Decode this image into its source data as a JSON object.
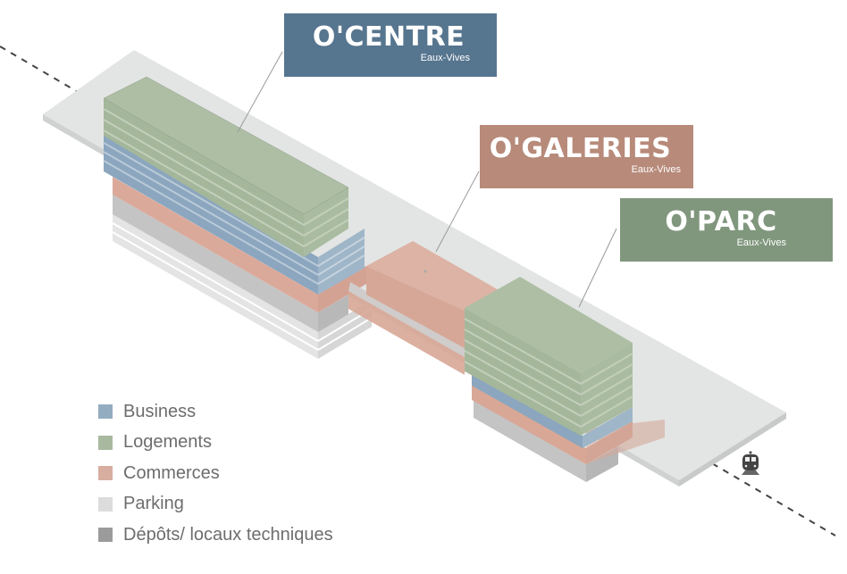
{
  "colors": {
    "business": "#93acc0",
    "logements": "#a9b99f",
    "commerces": "#d7aea0",
    "parking": "#dcdcdc",
    "depots": "#9b9b9b",
    "centre_box": "#56758f",
    "galeries_box": "#b78a7a",
    "parc_box": "#80977d",
    "ground": "#e2e4e3"
  },
  "labels": [
    {
      "id": "centre",
      "name": "O'CENTRE",
      "subtitle": "Eaux-Vives"
    },
    {
      "id": "galeries",
      "name": "O'GALERIES",
      "subtitle": "Eaux-Vives"
    },
    {
      "id": "parc",
      "name": "O'PARC",
      "subtitle": "Eaux-Vives"
    }
  ],
  "legend": [
    {
      "label": "Business",
      "color_key": "business"
    },
    {
      "label": "Logements",
      "color_key": "logements"
    },
    {
      "label": "Commerces",
      "color_key": "commerces"
    },
    {
      "label": "Parking",
      "color_key": "parking"
    },
    {
      "label": "Dépôts/ locaux techniques",
      "color_key": "depots"
    }
  ],
  "icons": {
    "train": "train-icon"
  }
}
